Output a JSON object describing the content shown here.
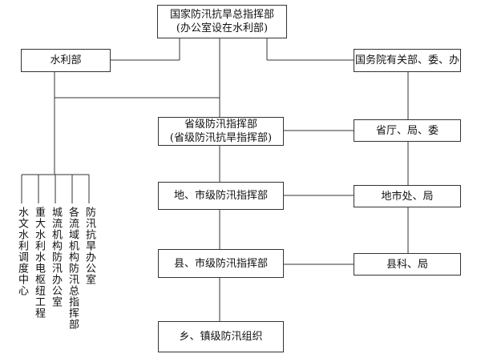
{
  "chart": {
    "national_hq": {
      "line1": "国家防汛抗旱总指挥部",
      "line2": "(办公室设在水利部)"
    },
    "water_ministry": "水利部",
    "state_council_depts": "国务院有关部、委、办",
    "provincial_hq": {
      "line1": "省级防汛指挥部",
      "line2": "(省级防汛抗旱指挥部)"
    },
    "provincial_depts": "省厅、局、委",
    "prefecture_hq": "地、市级防汛指挥部",
    "prefecture_depts": "地市处、局",
    "county_hq": "县、市级防汛指挥部",
    "county_depts": "县科、局",
    "township_org": "乡、镇级防汛组织",
    "ministry_units": [
      "水文水利调度中心",
      "重大水利水电枢纽工程",
      "城流机构防汛办公室",
      "各流域机构防汛总指挥部",
      "防汛抗旱办公室"
    ]
  }
}
